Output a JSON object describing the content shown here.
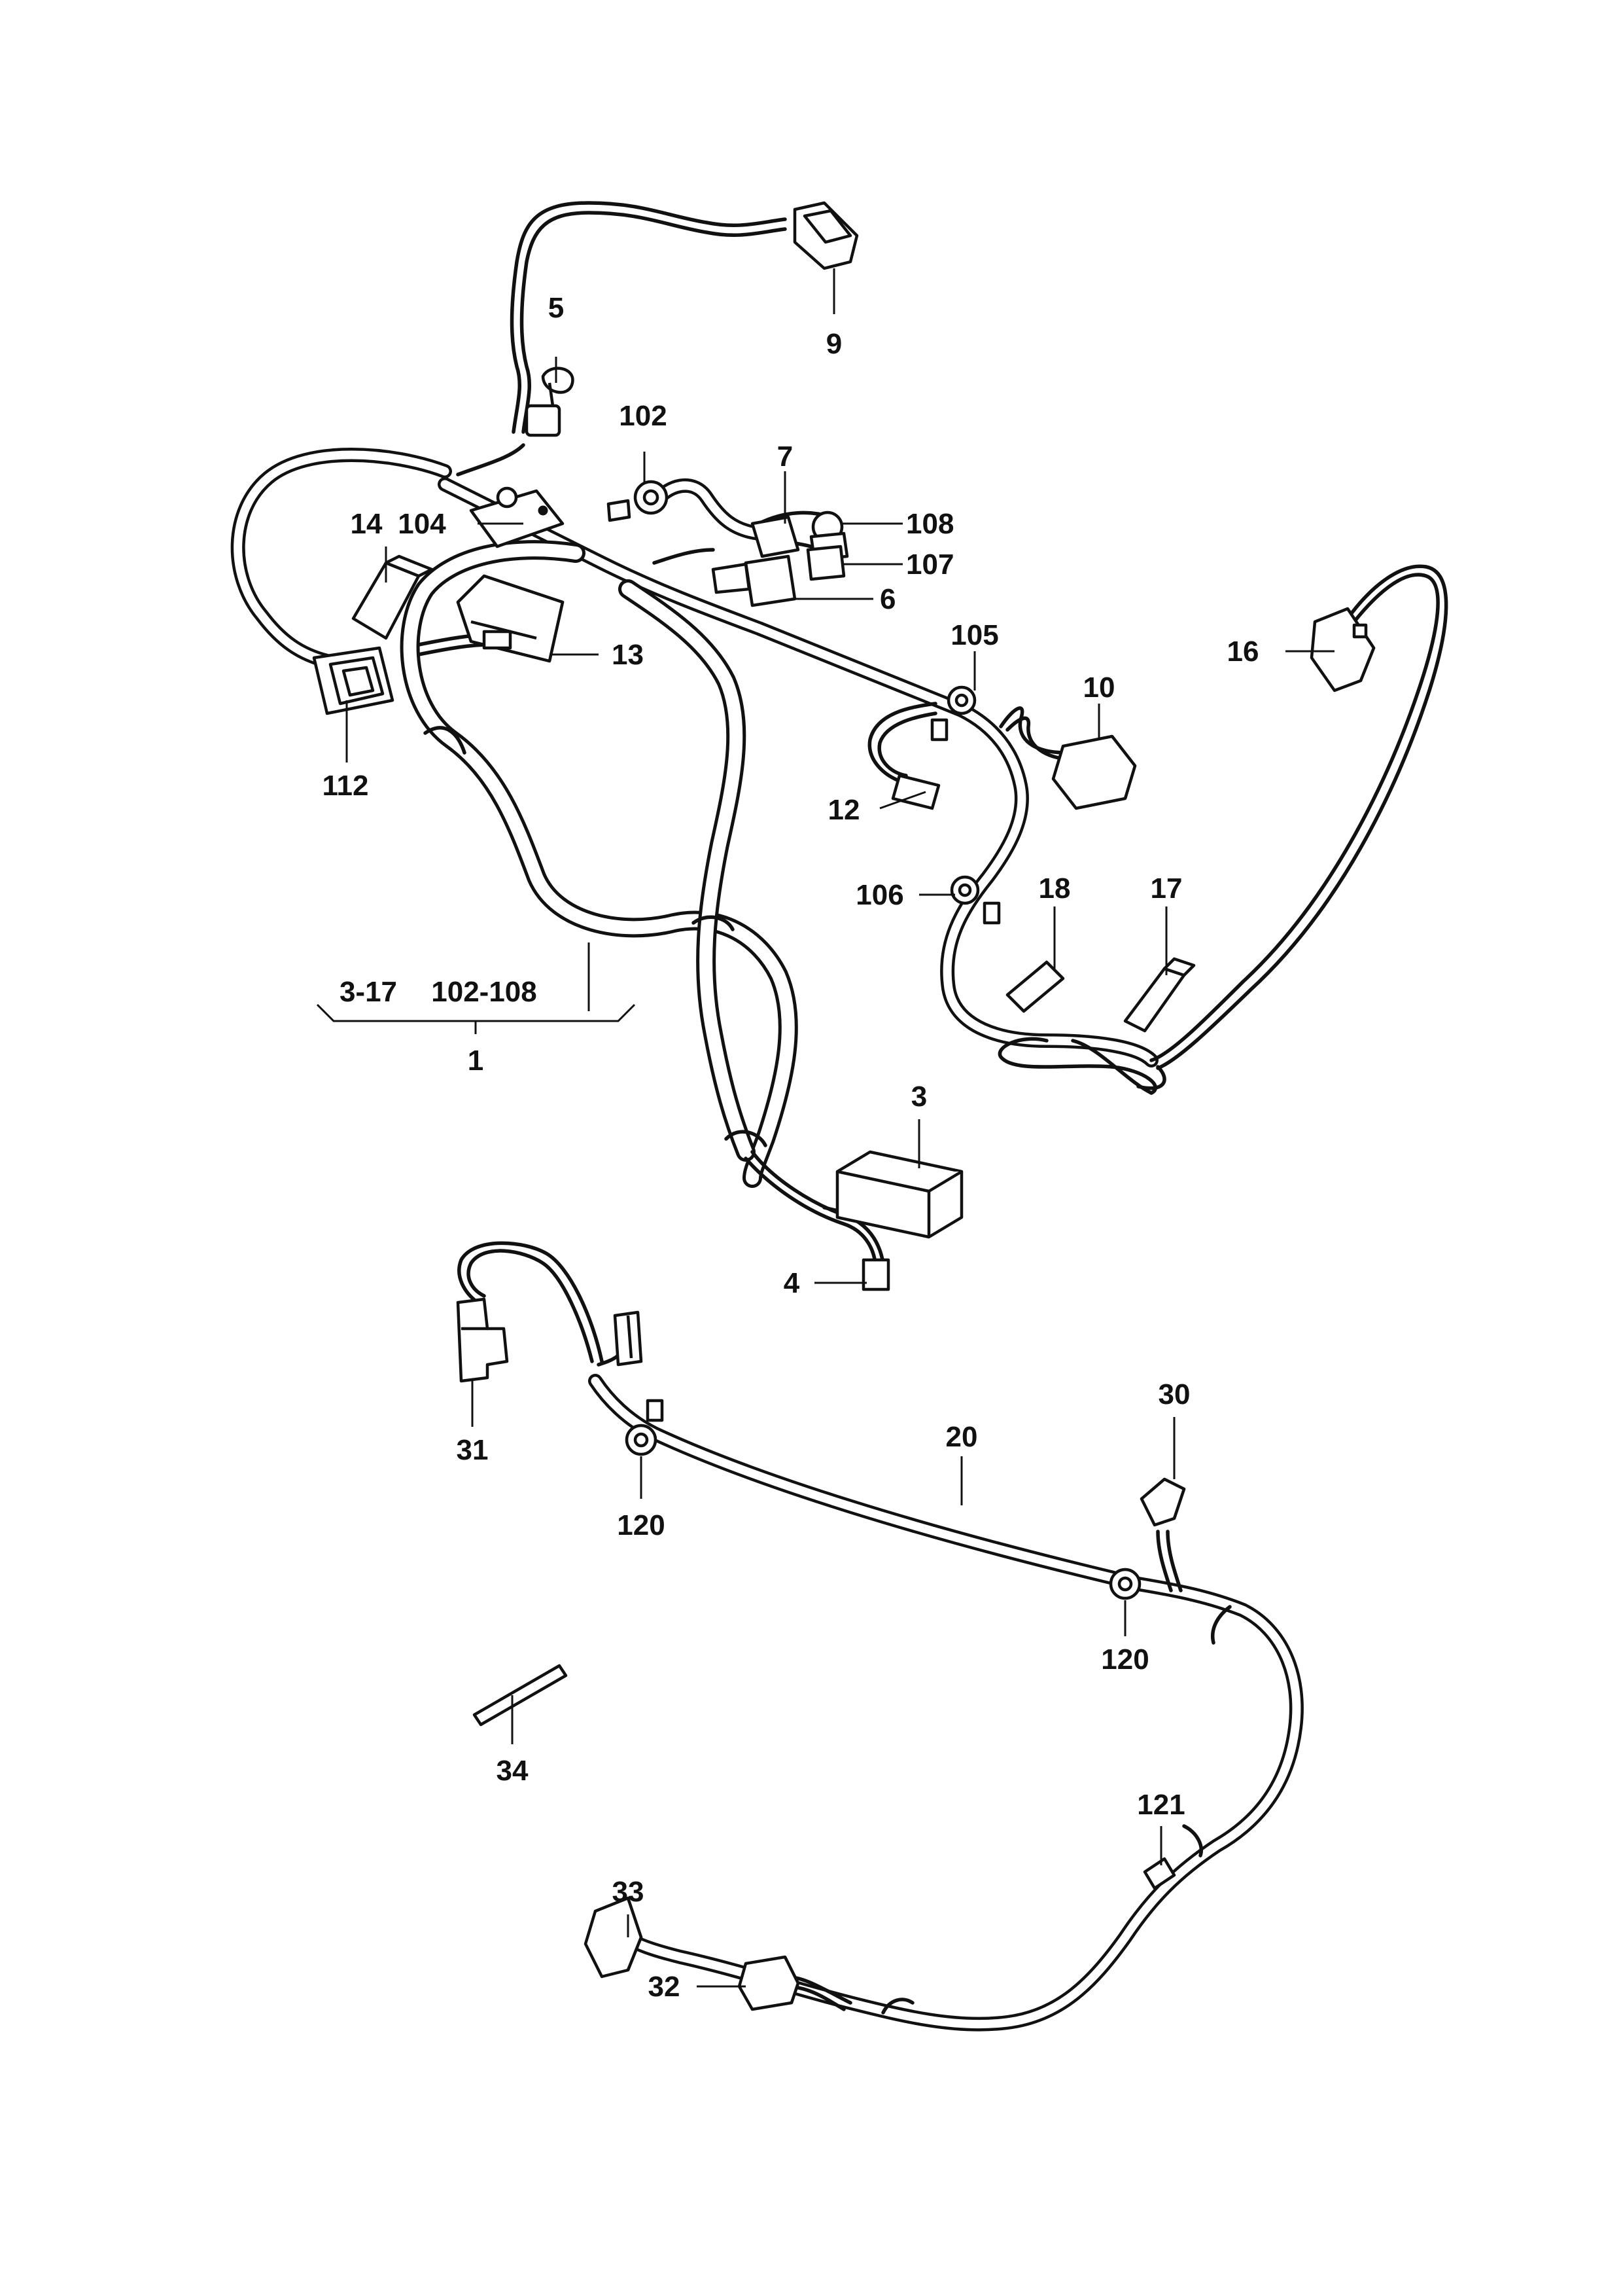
{
  "labels": {
    "l1": "1",
    "l3": "3",
    "l4": "4",
    "l5": "5",
    "l6": "6",
    "l7": "7",
    "l9": "9",
    "l10": "10",
    "l12": "12",
    "l13": "13",
    "l14": "14",
    "l16": "16",
    "l17": "17",
    "l18": "18",
    "l20": "20",
    "l30": "30",
    "l31": "31",
    "l32": "32",
    "l33": "33",
    "l34": "34",
    "l102": "102",
    "l104": "104",
    "l105": "105",
    "l106": "106",
    "l107": "107",
    "l108": "108",
    "l112": "112",
    "l120a": "120",
    "l120b": "120",
    "l121": "121",
    "range_a": "3-17",
    "range_b": "102-108"
  }
}
